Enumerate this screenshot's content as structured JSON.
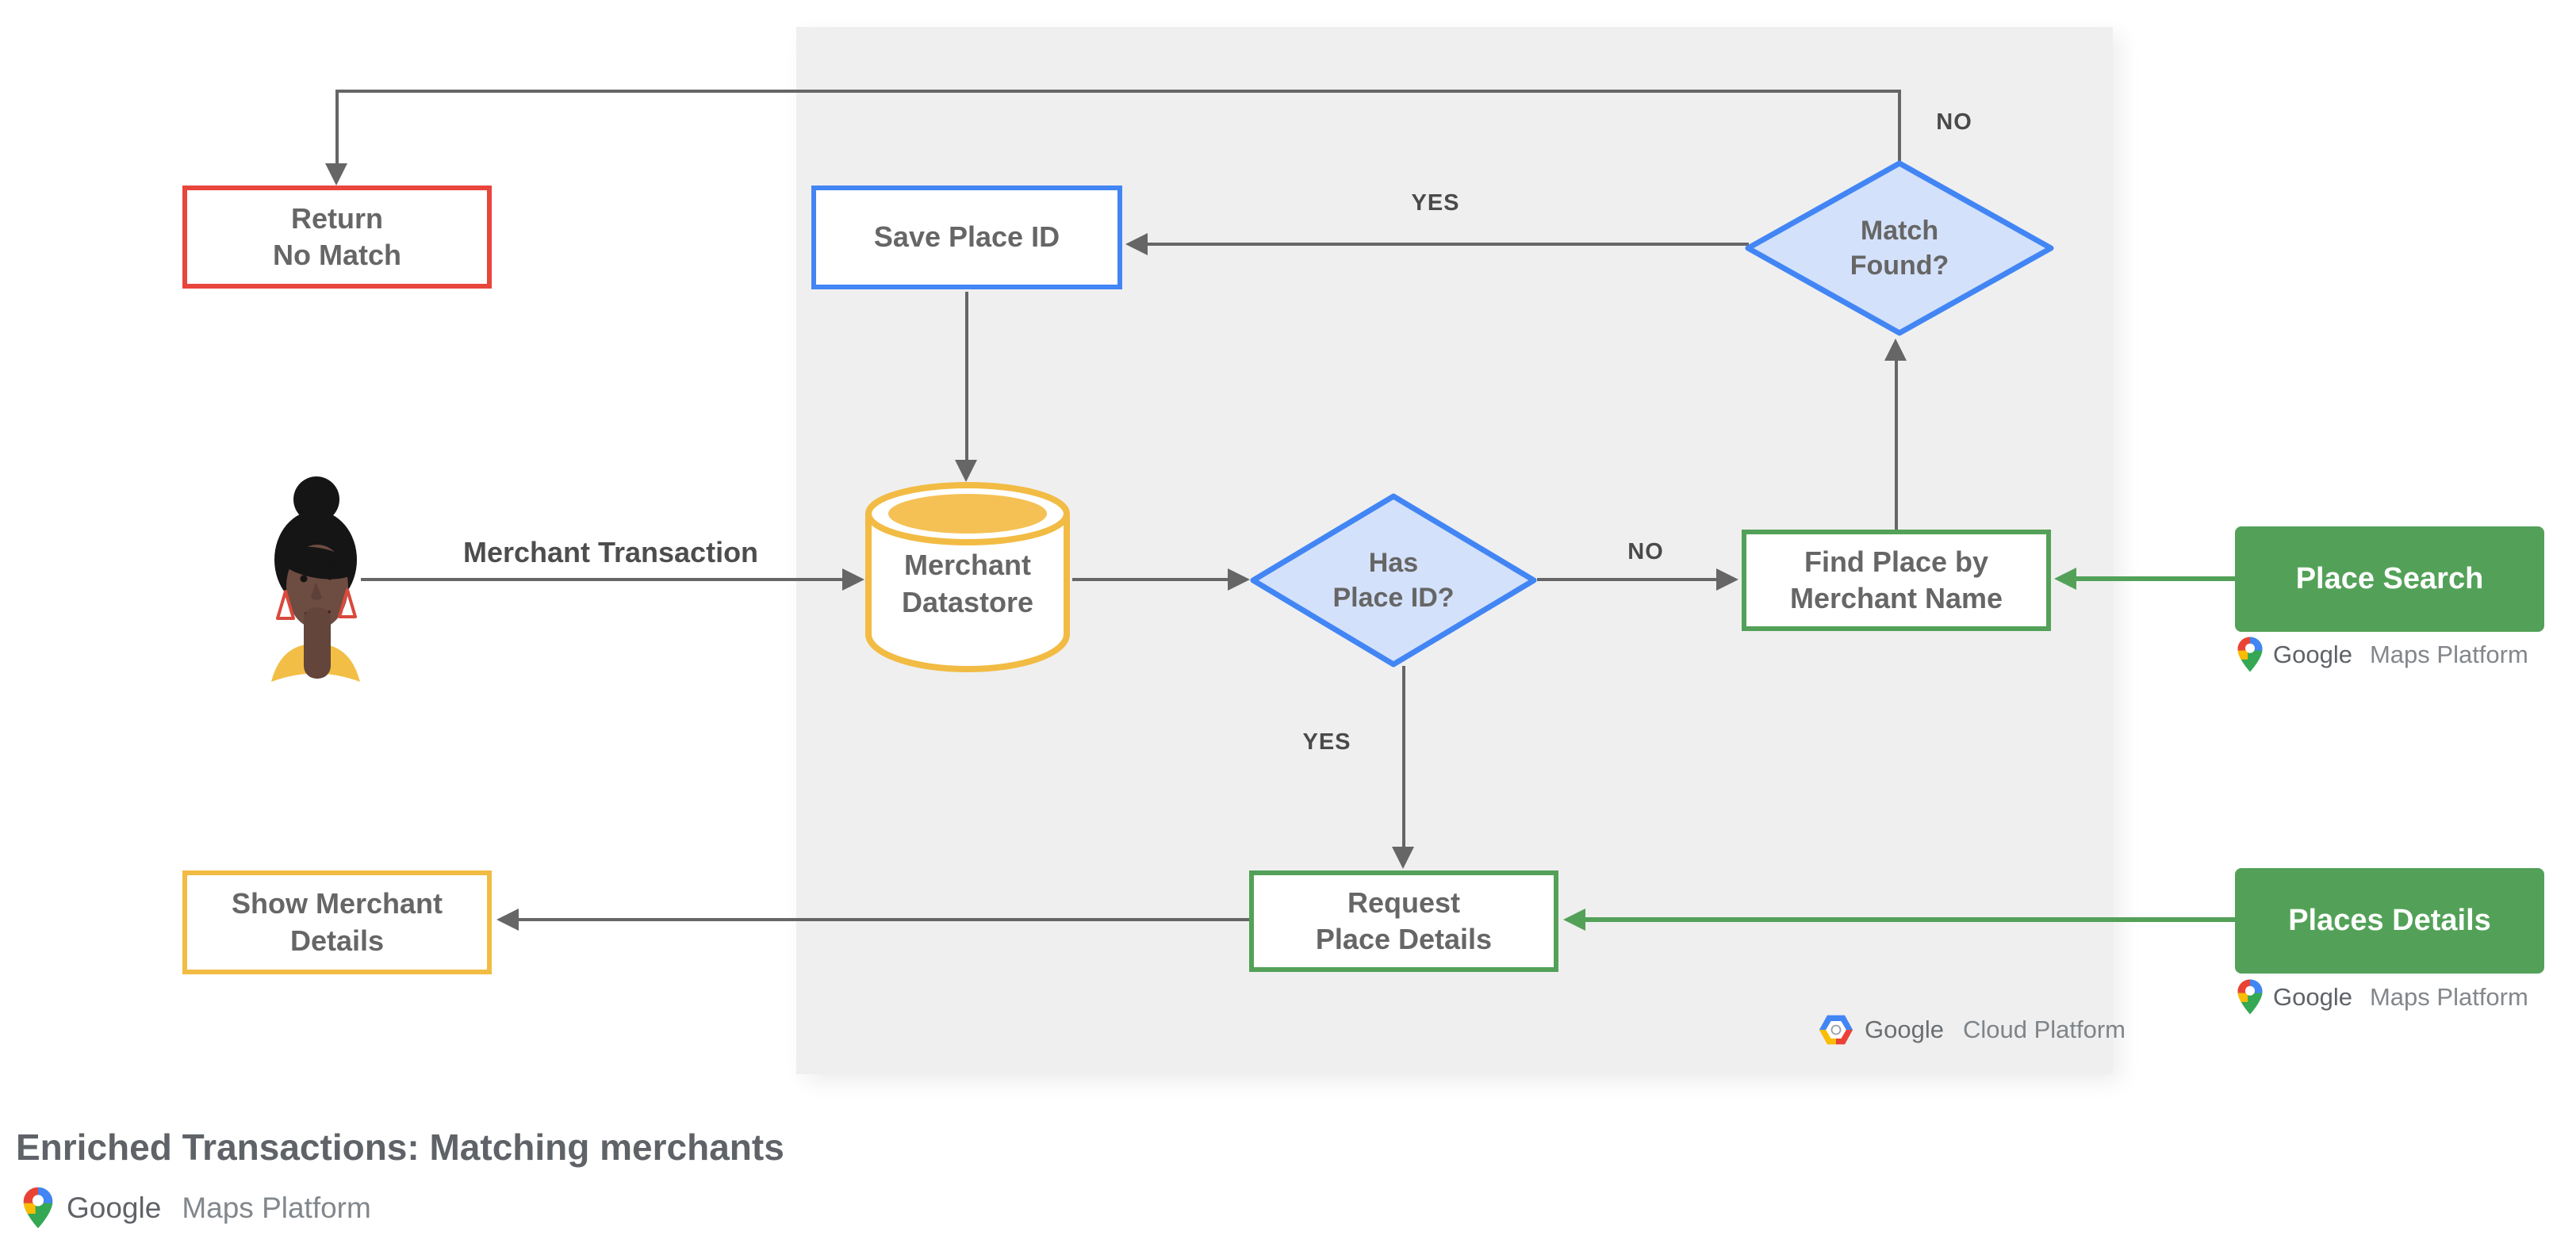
{
  "title": "Enriched Transactions: Matching merchants",
  "nodes": {
    "return_no_match": "Return\nNo Match",
    "save_place_id": "Save Place ID",
    "match_found": "Match\nFound?",
    "merchant_datastore": "Merchant\nDatastore",
    "has_place_id": "Has\nPlace ID?",
    "find_place_by_merchant_name": "Find Place by\nMerchant Name",
    "request_place_details": "Request\nPlace Details",
    "show_merchant_details": "Show Merchant\nDetails"
  },
  "api_boxes": {
    "place_search": "Place Search",
    "places_details": "Places Details"
  },
  "edge_labels": {
    "no_top": "NO",
    "yes_save": "YES",
    "no_find": "NO",
    "yes_request": "YES",
    "merchant_transaction": "Merchant Transaction"
  },
  "logos": {
    "maps_brand": "Google",
    "maps_suffix": "Maps Platform",
    "cloud_brand": "Google",
    "cloud_suffix": "Cloud Platform"
  },
  "colors": {
    "panel_bg": "#EFEFEF",
    "line_gray": "#666666",
    "node_red": "#E8453C",
    "node_blue": "#4285F4",
    "diamond_fill": "#D4E1FA",
    "node_yellow": "#F2BB43",
    "api_green": "#53A158"
  }
}
